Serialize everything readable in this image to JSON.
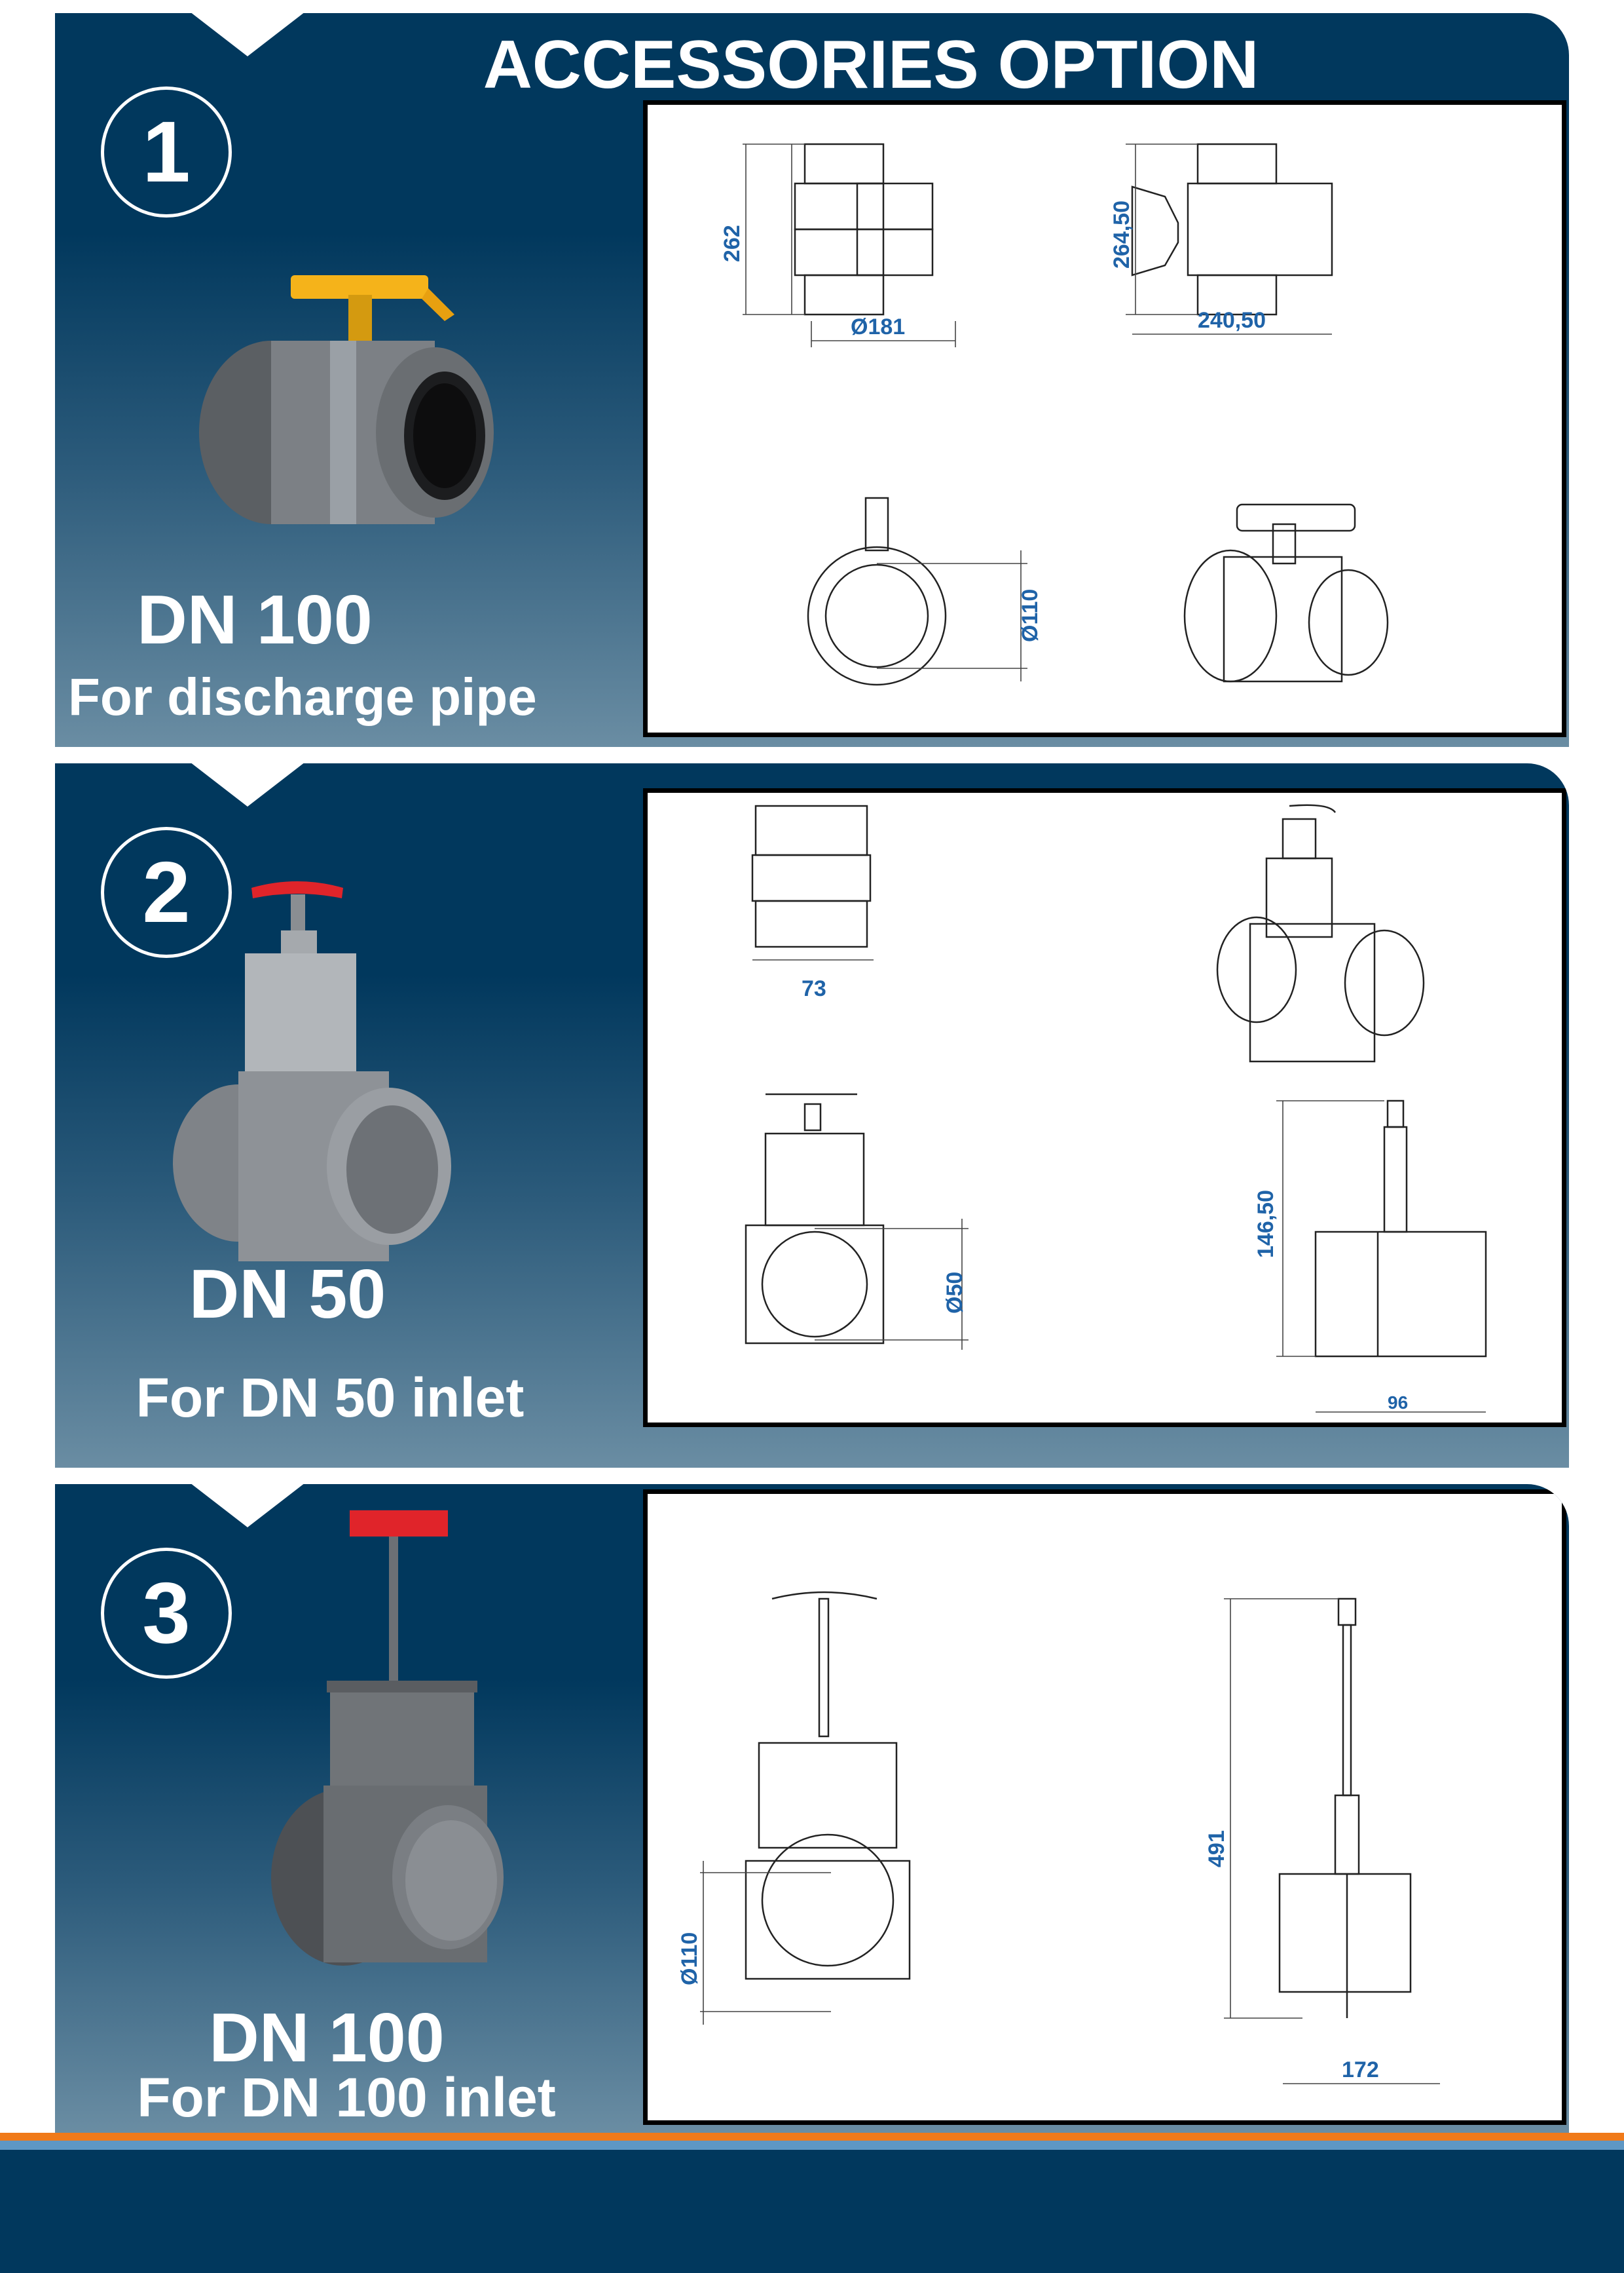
{
  "page": {
    "title": "ACCESSORIES OPTION"
  },
  "sections": [
    {
      "number": "1",
      "dn": "DN 100",
      "subtitle": "For discharge pipe",
      "dims": {
        "height_front": "262",
        "diameter_front": "Ø181",
        "height_side": "264,50",
        "width_side": "240,50",
        "diameter_end": "Ø110"
      }
    },
    {
      "number": "2",
      "dn": "DN 50",
      "subtitle": "For DN 50 inlet",
      "dims": {
        "width_top": "73",
        "diameter_front": "Ø50",
        "height_side": "146,50",
        "width_side": "96"
      }
    },
    {
      "number": "3",
      "dn": "DN 100",
      "subtitle": "For DN 100 inlet",
      "dims": {
        "diameter_front": "Ø110",
        "height_side": "491",
        "width_side": "172"
      }
    }
  ],
  "colors": {
    "navy": "#01385d",
    "dimension_blue": "#1f63a8",
    "handle_yellow": "#f5b31a",
    "handle_red": "#e0242a",
    "footer_orange": "#f07a1a"
  }
}
